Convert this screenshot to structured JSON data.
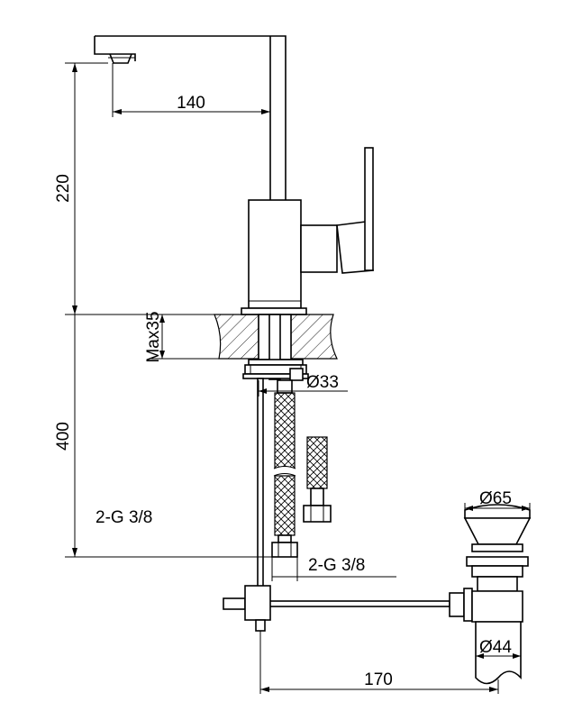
{
  "dimensions": {
    "spout_reach": "140",
    "spout_height": "220",
    "max_deck_thickness": "Max35",
    "hole_diameter": "Ø33",
    "hose_length": "400",
    "inlet_thread_left": "2-G 3/8",
    "inlet_thread_hose": "2-G 3/8",
    "waste_head_diameter": "Ø65",
    "waste_body_diameter": "Ø44",
    "rod_length": "170"
  }
}
